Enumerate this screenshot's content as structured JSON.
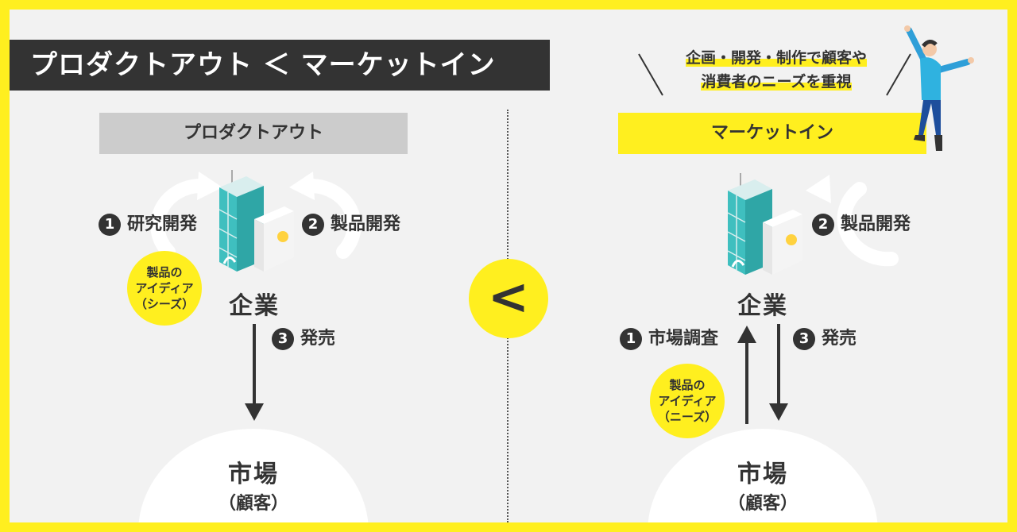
{
  "title": "プロダクトアウト ＜ マーケットイン",
  "compare_symbol": "<",
  "left": {
    "header": "プロダクトアウト",
    "step1": {
      "num": "1",
      "label": "研究開発"
    },
    "step2": {
      "num": "2",
      "label": "製品開発"
    },
    "step3": {
      "num": "3",
      "label": "発売"
    },
    "bubble": [
      "製品の",
      "アイディア",
      "（シーズ）"
    ],
    "company": "企業",
    "market": "市場",
    "market_sub": "（顧客）"
  },
  "right": {
    "quote_line1": "企画・開発・制作で顧客や",
    "quote_line2": "消費者のニーズを重視",
    "header": "マーケットイン",
    "step1": {
      "num": "1",
      "label": "市場調査"
    },
    "step2": {
      "num": "2",
      "label": "製品開発"
    },
    "step3": {
      "num": "3",
      "label": "発売"
    },
    "bubble": [
      "製品の",
      "アイディア",
      "（ニーズ）"
    ],
    "company": "企業",
    "market": "市場",
    "market_sub": "（顧客）"
  },
  "colors": {
    "accent_yellow": "#FFEF1F",
    "dark": "#333333",
    "gray_header": "#CCCCCC",
    "building_teal": "#3FBFBF",
    "background": "#F2F2F2"
  },
  "icons": [
    "cycle-arrow-icon",
    "building-icon",
    "person-icon",
    "arrow-down-icon",
    "arrow-up-icon"
  ]
}
